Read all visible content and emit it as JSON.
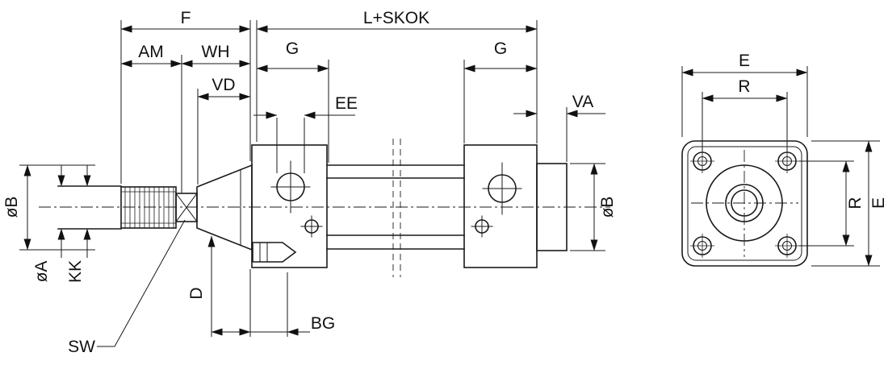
{
  "labels": {
    "f": "F",
    "l_skok": "L+SKOK",
    "am": "AM",
    "wh": "WH",
    "g_front": "G",
    "g_rear": "G",
    "vd": "VD",
    "ee": "EE",
    "va": "VA",
    "ob_front": "øB",
    "ob_rear": "øB",
    "oa": "øA",
    "kk": "KK",
    "d": "D",
    "bg": "BG",
    "sw": "SW",
    "e_top": "E",
    "r_top": "R",
    "r_right": "R",
    "e_right": "E"
  },
  "colors": {
    "line": "#1a1a1a",
    "background": "#ffffff"
  }
}
